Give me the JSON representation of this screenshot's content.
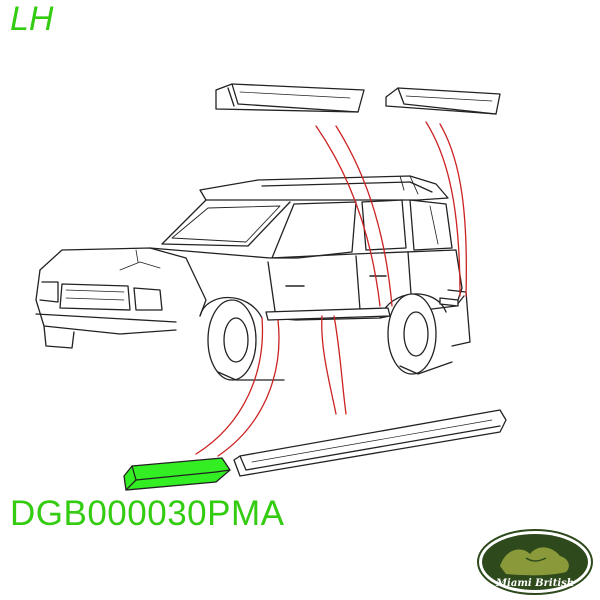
{
  "side_label": "LH",
  "part_number": "DGB000030PMA",
  "logo_text": "Miami British",
  "colors": {
    "label_green": "#33cc11",
    "highlight_green": "#33ee22",
    "leader_red": "#cc2222",
    "outline": "#222222",
    "logo_dark": "#2e4a1c",
    "logo_land": "#8a9a3a"
  }
}
